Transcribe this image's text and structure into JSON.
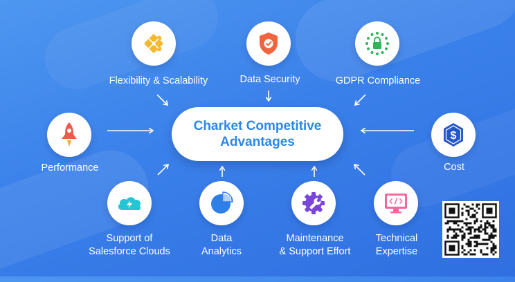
{
  "center": {
    "title": "Charket Competitive Advantages"
  },
  "nodes": {
    "flexibility": {
      "label": "Flexibility & Scalability",
      "icon": "puzzle-icon"
    },
    "security": {
      "label": "Data Security",
      "icon": "shield-check-icon"
    },
    "gdpr": {
      "label": "GDPR Compliance",
      "icon": "eu-lock-icon"
    },
    "performance": {
      "label": "Performance",
      "icon": "rocket-icon"
    },
    "cost": {
      "label": "Cost",
      "icon": "dollar-badge-icon"
    },
    "salesforce": {
      "label_line1": "Support of",
      "label_line2": "Salesforce Clouds",
      "icon": "cloud-bolt-icon"
    },
    "analytics": {
      "label_line1": "Data",
      "label_line2": "Analytics",
      "icon": "pie-chart-icon"
    },
    "maintenance": {
      "label_line1": "Maintenance",
      "label_line2": "& Support Effort",
      "icon": "gear-wrench-icon"
    },
    "technical": {
      "label_line1": "Technical",
      "label_line2": "Expertise",
      "icon": "code-monitor-icon"
    }
  },
  "qr": {
    "icon": "qr-code-icon"
  },
  "colors": {
    "background": "#3a80ea",
    "center_text": "#2b87e8",
    "puzzle": "#f5b82e",
    "shield": "#f0653e",
    "gdpr_green": "#2fb45a",
    "rocket": "#f05a4a",
    "dollar": "#2657c9",
    "cloud": "#25c6d4",
    "pie": "#2f7fe8",
    "gear": "#7a45d8",
    "monitor": "#f06aa0"
  }
}
